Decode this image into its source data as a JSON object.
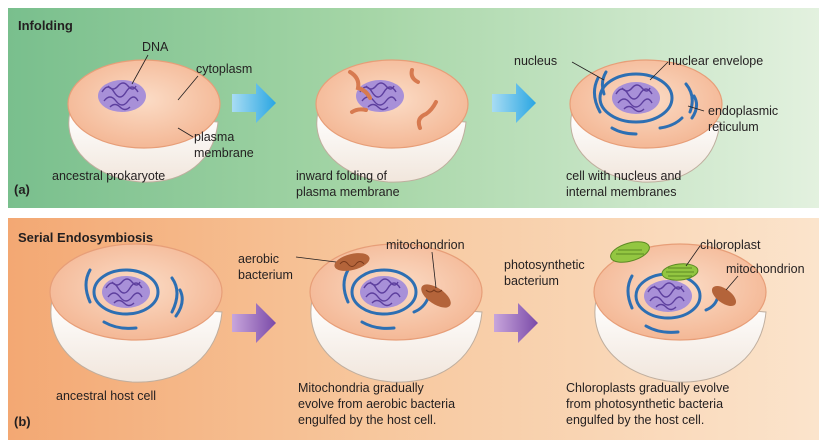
{
  "panel_a": {
    "title": "Infolding",
    "tag": "(a)",
    "labels": {
      "dna": "DNA",
      "cytoplasm": "cytoplasm",
      "plasma_membrane": [
        "plasma",
        "membrane"
      ],
      "nucleus": "nucleus",
      "nuclear_envelope": "nuclear envelope",
      "endoplasmic_reticulum": [
        "endoplasmic",
        "reticulum"
      ]
    },
    "captions": {
      "cell1": [
        "ancestral prokaryote"
      ],
      "cell2": [
        "inward folding of",
        "plasma membrane"
      ],
      "cell3": [
        "cell with nucleus and",
        "internal membranes"
      ]
    }
  },
  "panel_b": {
    "title": "Serial Endosymbiosis",
    "tag": "(b)",
    "labels": {
      "aerobic_bacterium": [
        "aerobic",
        "bacterium"
      ],
      "mitochondrion_1": "mitochondrion",
      "photosynthetic_bacterium": [
        "photosynthetic",
        "bacterium"
      ],
      "chloroplast": "chloroplast",
      "mitochondrion_2": "mitochondrion"
    },
    "captions": {
      "cell1": [
        "ancestral host cell"
      ],
      "cell2": [
        "Mitochondria gradually",
        "evolve from aerobic bacteria",
        "engulfed by the host cell."
      ],
      "cell3": [
        "Chloroplasts gradually evolve",
        "from photosynthetic bacteria",
        "engulfed by the host cell."
      ]
    }
  },
  "colors": {
    "panel_a_bg": "#9fd3a4",
    "panel_b_bg": "#f6bf8f",
    "arrow_blue": "#3fb3e6",
    "arrow_purple": "#8a5fb0",
    "dna": "#8566c0",
    "er": "#2d6fb3",
    "cytoplasm": "#f6c6a6",
    "mitochondrion": "#b4643a",
    "chloroplast": "#93c641"
  }
}
